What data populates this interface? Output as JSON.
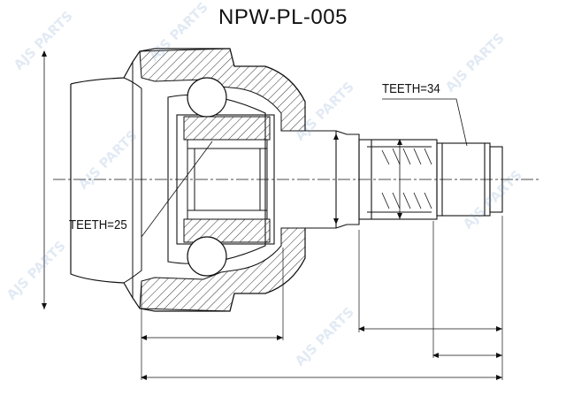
{
  "title": "NPW-PL-005",
  "labels": {
    "teeth_shaft": "TEETH=34",
    "teeth_inner": "TEETH=25"
  },
  "watermark": "AJS PARTS",
  "colors": {
    "line": "#111111",
    "hatch": "#444444",
    "watermark": "#6e96c8"
  }
}
